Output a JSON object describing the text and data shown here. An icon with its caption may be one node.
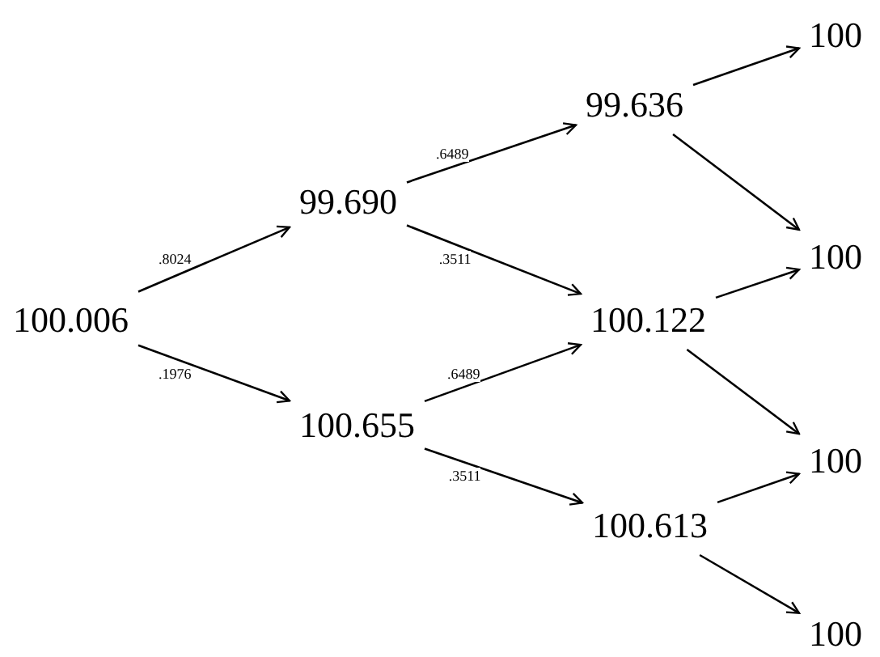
{
  "diagram": {
    "nodes": [
      {
        "text": [
          "100.006"
        ]
      },
      {
        "text": [
          "99.690"
        ]
      },
      {
        "text": [
          "100.655"
        ]
      },
      {
        "text": [
          "99.636"
        ]
      },
      {
        "text": [
          "100.122"
        ]
      },
      {
        "text": [
          "100.613"
        ]
      },
      {
        "text": [
          "100"
        ]
      },
      {
        "text": [
          "100"
        ]
      },
      {
        "text": [
          "100"
        ]
      },
      {
        "text": [
          "100"
        ]
      }
    ],
    "edges": [
      {
        "from": 0,
        "to": 1,
        "arrow": "to",
        "label": ".8024"
      },
      {
        "from": 0,
        "to": 2,
        "arrow": "to",
        "label": ".1976"
      },
      {
        "from": 1,
        "to": 3,
        "arrow": "to",
        "label": ".6489"
      },
      {
        "from": 1,
        "to": 4,
        "arrow": "to",
        "label": ".3511"
      },
      {
        "from": 2,
        "to": 4,
        "arrow": "to",
        "label": ".6489"
      },
      {
        "from": 2,
        "to": 5,
        "arrow": "to",
        "label": ".3511"
      },
      {
        "from": 3,
        "to": 6,
        "arrow": "to"
      },
      {
        "from": 3,
        "to": 7,
        "arrow": "to"
      },
      {
        "from": 4,
        "to": 7,
        "arrow": "to"
      },
      {
        "from": 4,
        "to": 8,
        "arrow": "to"
      },
      {
        "from": 5,
        "to": 8,
        "arrow": "to"
      },
      {
        "from": 5,
        "to": 9,
        "arrow": "to"
      }
    ]
  }
}
